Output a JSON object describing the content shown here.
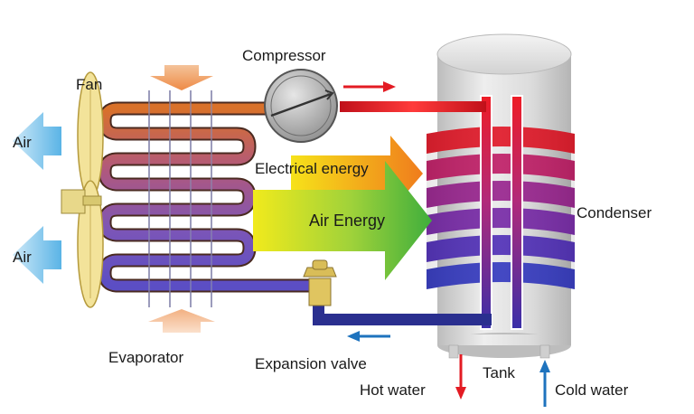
{
  "diagram": {
    "labels": {
      "fan": "Fan",
      "compressor": "Compressor",
      "air_top": "Air",
      "air_bottom": "Air",
      "electrical_energy": "Electrical energy",
      "air_energy": "Air Energy",
      "condenser": "Condenser",
      "evaporator": "Evaporator",
      "expansion_valve": "Expansion valve",
      "tank": "Tank",
      "hot_water": "Hot water",
      "cold_water": "Cold water"
    },
    "colors": {
      "hot_pipe": "#e31b23",
      "cold_pipe": "#2a2f8f",
      "air_arrow": "#5ab4e6",
      "fan": "#f3e39a",
      "tank": "#dcdcdc",
      "electrical_gradient": [
        "#f6e21a",
        "#f07c1c"
      ],
      "air_energy_gradient": [
        "#f1ea1c",
        "#3fae3c"
      ],
      "heat_arrow": "#f2b081"
    }
  }
}
